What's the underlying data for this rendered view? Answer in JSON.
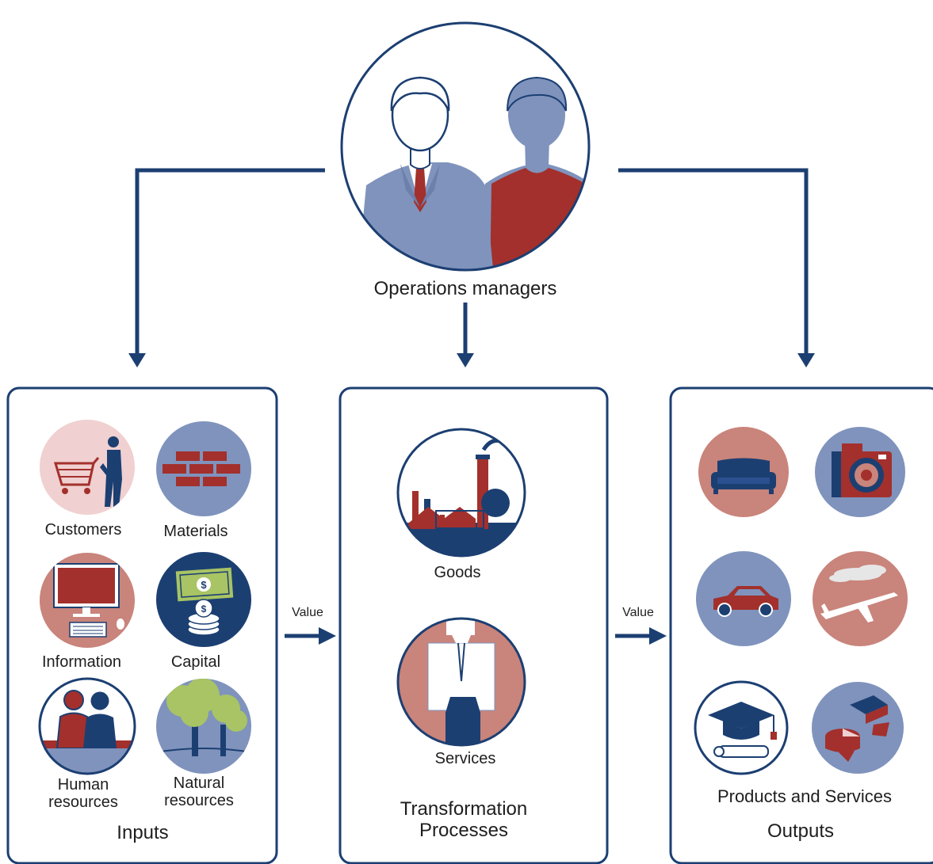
{
  "colors": {
    "navy": "#1c3f72",
    "steel": "#7f93bd",
    "red": "#a3302c",
    "salmon": "#c9847b",
    "pink": "#f0d0d0",
    "leaf": "#a8c464",
    "white": "#ffffff"
  },
  "managers": {
    "label": "Operations managers",
    "icon": "managers-icon"
  },
  "inputs": {
    "title": "Inputs",
    "items": [
      {
        "label": "Customers",
        "icon": "shopping-cart-icon"
      },
      {
        "label": "Materials",
        "icon": "bricks-icon"
      },
      {
        "label": "Information",
        "icon": "computer-icon"
      },
      {
        "label": "Capital",
        "icon": "money-icon"
      },
      {
        "label_line1": "Human",
        "label_line2": "resources",
        "icon": "people-icon"
      },
      {
        "label_line1": "Natural",
        "label_line2": "resources",
        "icon": "trees-icon"
      }
    ]
  },
  "transformation": {
    "title_line1": "Transformation",
    "title_line2": "Processes",
    "items": [
      {
        "label": "Goods",
        "icon": "factory-icon"
      },
      {
        "label": "Services",
        "icon": "handshake-icon"
      }
    ]
  },
  "outputs": {
    "title": "Outputs",
    "subtitle": "Products and Services",
    "items": [
      {
        "icon": "sofa-icon"
      },
      {
        "icon": "camera-icon"
      },
      {
        "icon": "car-icon"
      },
      {
        "icon": "airplane-icon"
      },
      {
        "icon": "graduation-icon"
      },
      {
        "icon": "food-icon"
      }
    ]
  },
  "flow": {
    "value_label_left": "Value",
    "value_label_right": "Value"
  }
}
